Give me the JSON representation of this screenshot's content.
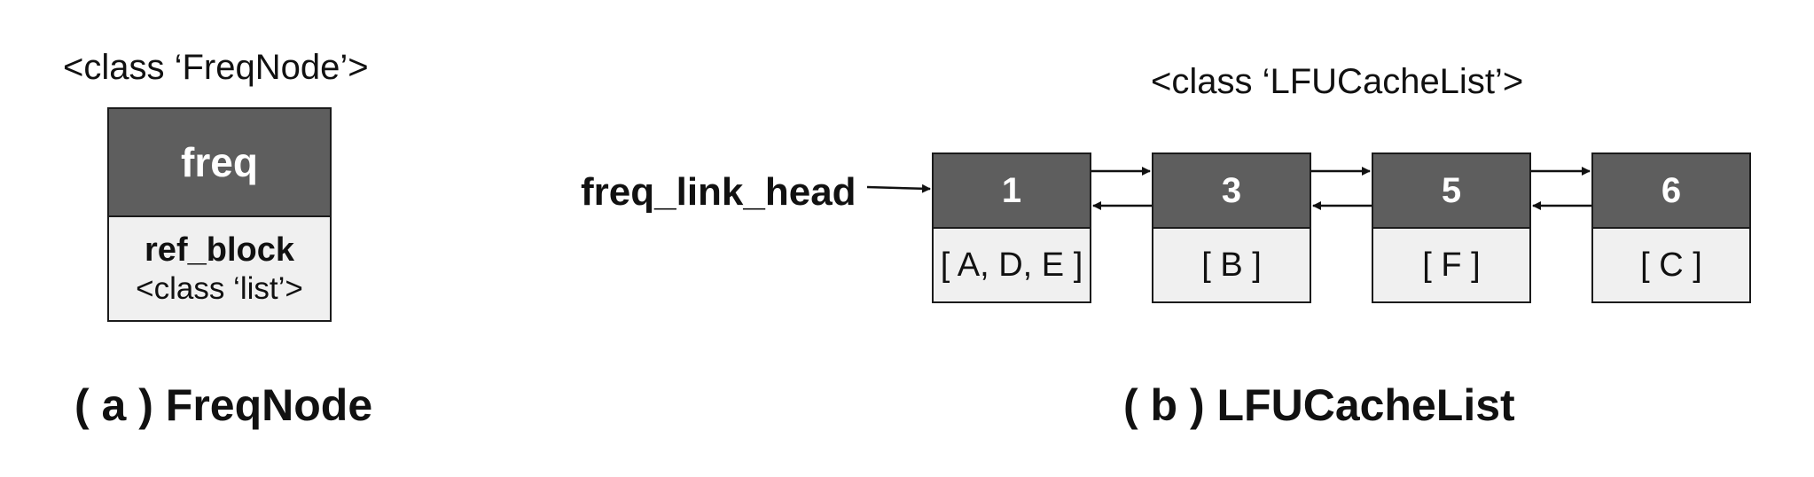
{
  "freqnode": {
    "class_label": "<class ‘FreqNode’>",
    "header": "freq",
    "field_name": "ref_block",
    "field_type": "<class ‘list’>",
    "caption": "( a ) FreqNode"
  },
  "lfucachelist": {
    "class_label": "<class ‘LFUCacheList’>",
    "head_label": "freq_link_head",
    "nodes": [
      {
        "freq": "1",
        "items": "[ A, D, E ]"
      },
      {
        "freq": "3",
        "items": "[ B ]"
      },
      {
        "freq": "5",
        "items": "[ F ]"
      },
      {
        "freq": "6",
        "items": "[ C ]"
      }
    ],
    "caption": "( b ) LFUCacheList"
  },
  "colors": {
    "header_fill": "#5e5e5e",
    "body_fill": "#f0f0f0",
    "border": "#1b1b1b"
  }
}
